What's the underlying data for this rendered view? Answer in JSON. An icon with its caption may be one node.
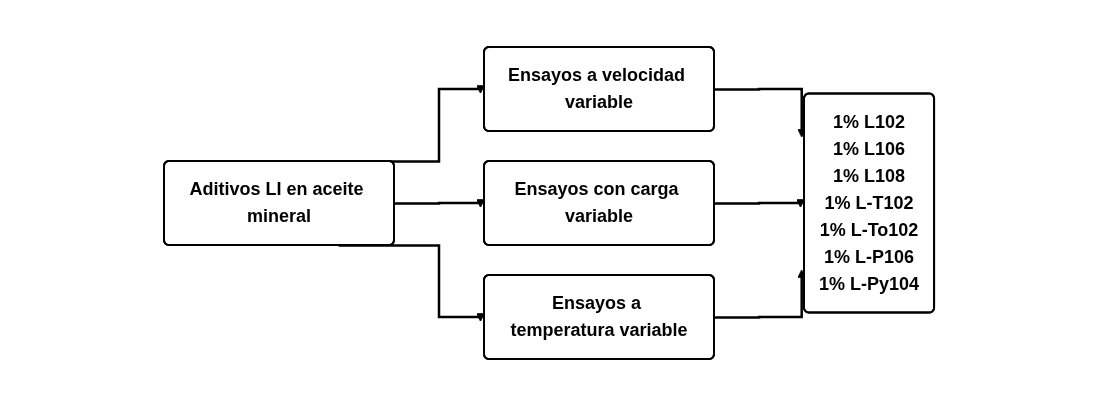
{
  "diagram": {
    "nodes": [
      {
        "text": [
          "Aditivos LI en aceite mineral"
        ]
      },
      {
        "text": [
          "Ensayos a velocidad variable"
        ]
      },
      {
        "text": [
          "Ensayos con carga variable"
        ]
      },
      {
        "text": [
          "Ensayos a temperatura variable"
        ]
      },
      {
        "text": [
          "1% L102",
          "1% L106",
          "1% L108",
          "1% L-T102",
          "1% L-To102",
          "1% L-P106",
          "1% L-Py104"
        ]
      }
    ],
    "edges": [
      {
        "from": 0,
        "to": 1,
        "arrow": "to"
      },
      {
        "from": 0,
        "to": 2,
        "arrow": "to"
      },
      {
        "from": 0,
        "to": 3,
        "arrow": "to"
      },
      {
        "from": 1,
        "to": 4,
        "arrow": "to"
      },
      {
        "from": 2,
        "to": 4,
        "arrow": "to"
      },
      {
        "from": 3,
        "to": 4,
        "arrow": "to"
      }
    ]
  }
}
